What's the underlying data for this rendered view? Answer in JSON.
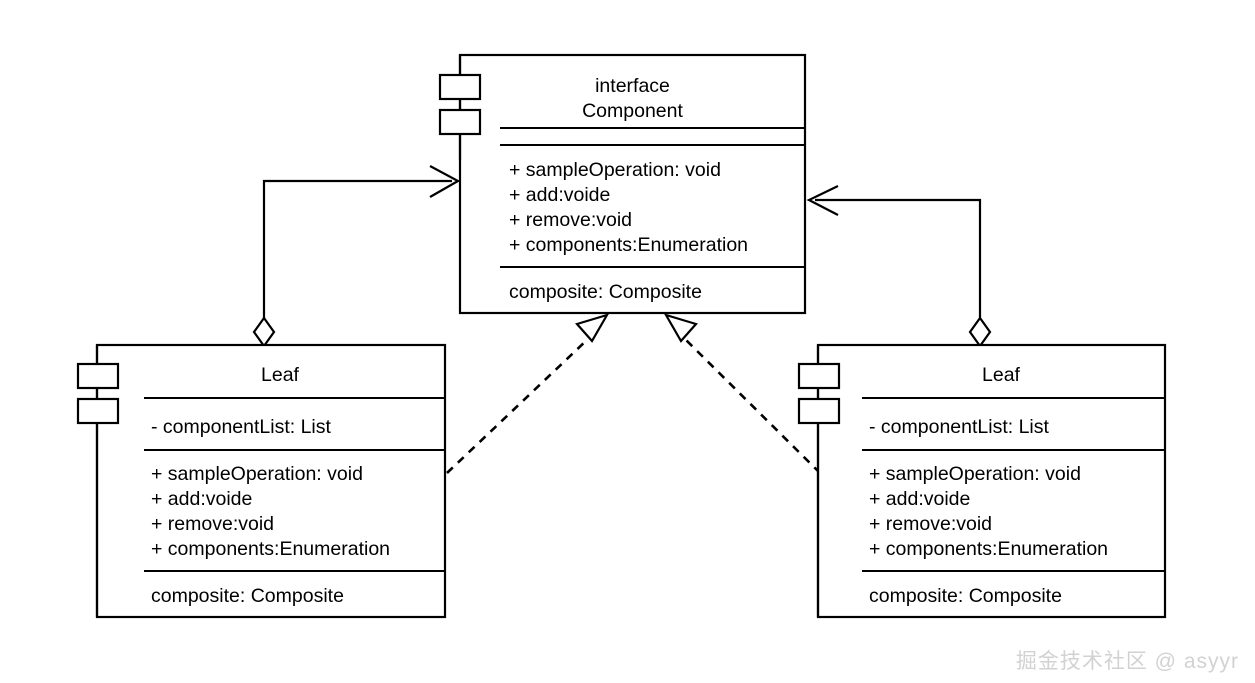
{
  "diagram": {
    "title_stereotype": "interface",
    "watermark": "掘金技术社区 @ asyyr",
    "colors": {
      "stroke": "#000000",
      "fill": "#ffffff",
      "watermark": "#d2d2d2"
    },
    "component": {
      "name": "Component",
      "stereotype": "interface",
      "operations": [
        "+ sampleOperation: void",
        "+ add:voide",
        "+ remove:void",
        "+ components:Enumeration"
      ],
      "footer": "composite: Composite"
    },
    "leaf_left": {
      "name": "Leaf",
      "attributes": [
        "- componentList: List"
      ],
      "operations": [
        "+ sampleOperation: void",
        "+ add:voide",
        "+ remove:void",
        "+ components:Enumeration"
      ],
      "footer": "composite: Composite"
    },
    "leaf_right": {
      "name": "Leaf",
      "attributes": [
        "- componentList: List"
      ],
      "operations": [
        "+ sampleOperation: void",
        "+ add:voide",
        "+ remove:void",
        "+ components:Enumeration"
      ],
      "footer": "composite: Composite"
    },
    "relationships": [
      {
        "kind": "aggregation",
        "from": "leaf_left",
        "to": "component",
        "source_marker": "open-diamond",
        "target_marker": "open-arrow"
      },
      {
        "kind": "aggregation",
        "from": "leaf_right",
        "to": "component",
        "source_marker": "open-diamond",
        "target_marker": "open-arrow"
      },
      {
        "kind": "realization",
        "from": "leaf_left",
        "to": "component",
        "line": "dashed",
        "target_marker": "hollow-triangle"
      },
      {
        "kind": "realization",
        "from": "leaf_right",
        "to": "component",
        "line": "dashed",
        "target_marker": "hollow-triangle"
      }
    ]
  }
}
